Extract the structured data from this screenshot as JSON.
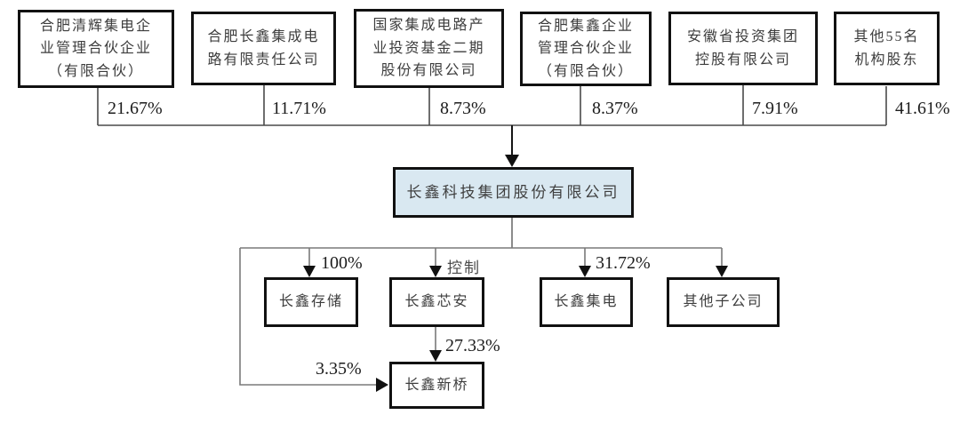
{
  "diagram": {
    "shareholders": [
      {
        "name": "合肥清辉集电企\n业管理合伙企业\n（有限合伙）",
        "percent": "21.67%"
      },
      {
        "name": "合肥长鑫集成电\n路有限责任公司",
        "percent": "11.71%"
      },
      {
        "name": "国家集成电路产\n业投资基金二期\n股份有限公司",
        "percent": "8.73%"
      },
      {
        "name": "合肥集鑫企业\n管理合伙企业\n（有限合伙）",
        "percent": "8.37%"
      },
      {
        "name": "安徽省投资集团\n控股有限公司",
        "percent": "7.91%"
      },
      {
        "name": "其他55名\n机构股东",
        "percent": "41.61%"
      }
    ],
    "parent_company": {
      "name": "长鑫科技集团股份有限公司"
    },
    "subsidiaries": [
      {
        "name": "长鑫存储",
        "edge_label": "100%"
      },
      {
        "name": "长鑫芯安",
        "edge_label": "控制"
      },
      {
        "name": "长鑫集电",
        "edge_label": "31.72%"
      },
      {
        "name": "其他子公司"
      }
    ],
    "second_level": {
      "name": "长鑫新桥",
      "from_changxin_xinan": "27.33%",
      "from_parent_company": "3.35%"
    },
    "colors": {
      "parent_company_fill": "#d9e8f1",
      "box_border": "#111111",
      "wire_top": "#4a4a4a",
      "wire_bottom": "#7a7a7a"
    }
  }
}
